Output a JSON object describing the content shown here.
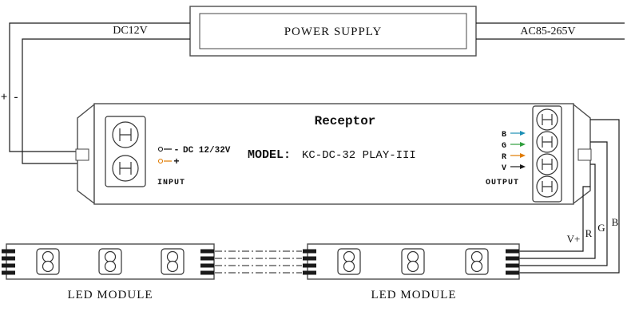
{
  "power_supply": {
    "label": "POWER SUPPLY"
  },
  "mains": {
    "ac_label": "AC85-265V"
  },
  "dc_input": {
    "label": "DC12V",
    "plus": "+",
    "minus": "-"
  },
  "receptor": {
    "title": "Receptor",
    "model_label": "MODEL:",
    "model_value": "KC-DC-32 PLAY-III",
    "input_minus_sign": "-",
    "input_voltage": "DC 12/32V",
    "input_plus_sign": "+",
    "input_plus_color": "#e07b00",
    "input_label": "INPUT",
    "output_label": "OUTPUT",
    "channels": [
      {
        "label": "B",
        "color": "#1d8fb5"
      },
      {
        "label": "G",
        "color": "#2e9e3c"
      },
      {
        "label": "R",
        "color": "#e07b00"
      },
      {
        "label": "V",
        "color": "#1a1a1a"
      }
    ]
  },
  "output_wires": {
    "v_label": "V+",
    "r_label": "R",
    "g_label": "G",
    "b_label": "B"
  },
  "led_modules": [
    {
      "label": "LED MODULE"
    },
    {
      "label": "LED MODULE"
    }
  ]
}
